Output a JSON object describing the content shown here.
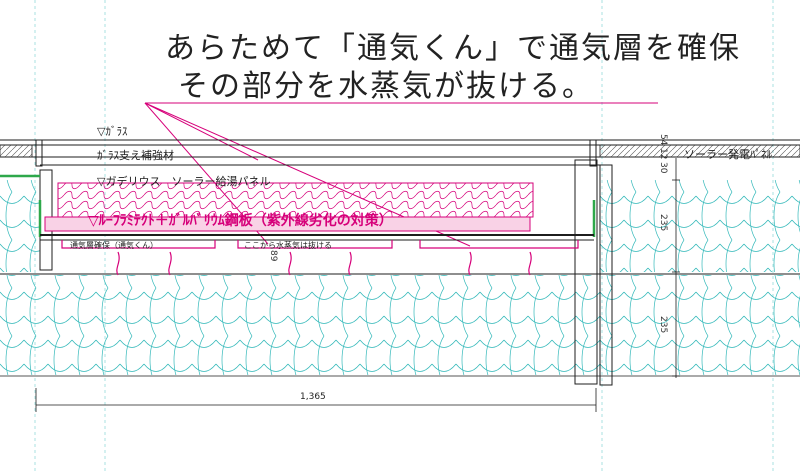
{
  "headline": {
    "line1": "あらためて「通気くん」で通気層を確保",
    "line2": "その部分を水蒸気が抜ける。"
  },
  "labels": {
    "glass": "▽ｶﾞﾗｽ",
    "glass_support": "ｶﾞﾗｽ支え補強材",
    "gaderious": "▽ガデリウス　ソーラー給湯パネル",
    "solar_panel": "ソーラー発電ﾊﾟﾈﾙ",
    "roofing": "▽ﾙｰﾌﾗﾐﾃｸﾄ＋ｶﾞﾙﾊﾞﾘｳﾑ鋼板（紫外線劣化の対策）",
    "vent_layer": "通気層確保（通気くん）",
    "vapor_exit": "ここから水蒸気は抜ける"
  },
  "dimensions": {
    "width": "1,365",
    "height_upper": "235",
    "height_lower": "235",
    "small_a": "30",
    "small_b": "12",
    "small_c": "54",
    "center": "89"
  },
  "colors": {
    "insulation_line": "#34b9ba",
    "magenta": "#d6007a",
    "frame_green": "#2ea84a",
    "pink_fill": "#f5b7d6",
    "ink": "#1e1e1e"
  }
}
